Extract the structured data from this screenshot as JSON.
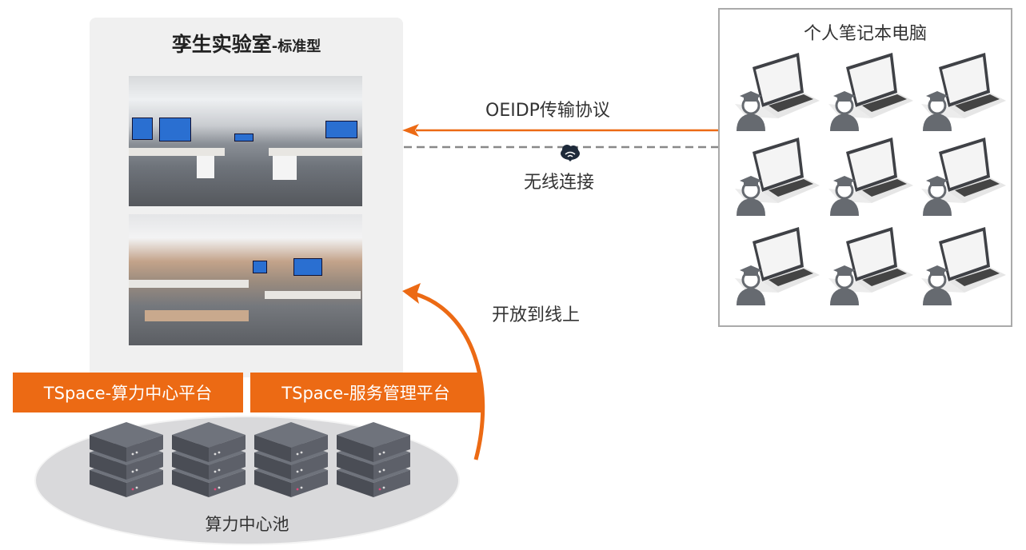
{
  "lab": {
    "title": "孪生实验室",
    "subtitle": "-标准型"
  },
  "platforms": [
    "TSpace-算力中心平台",
    "TSpace-服务管理平台"
  ],
  "pool": {
    "label": "算力中心池",
    "server_count": 4
  },
  "laptops": {
    "title": "个人笔记本电脑",
    "count": 9
  },
  "links": {
    "protocol": "OEIDP传输协议",
    "wireless": "无线连接",
    "online": "开放到线上"
  },
  "colors": {
    "accent": "#ec6a14",
    "panel": "#f0f0f0",
    "dashed": "#888888"
  }
}
